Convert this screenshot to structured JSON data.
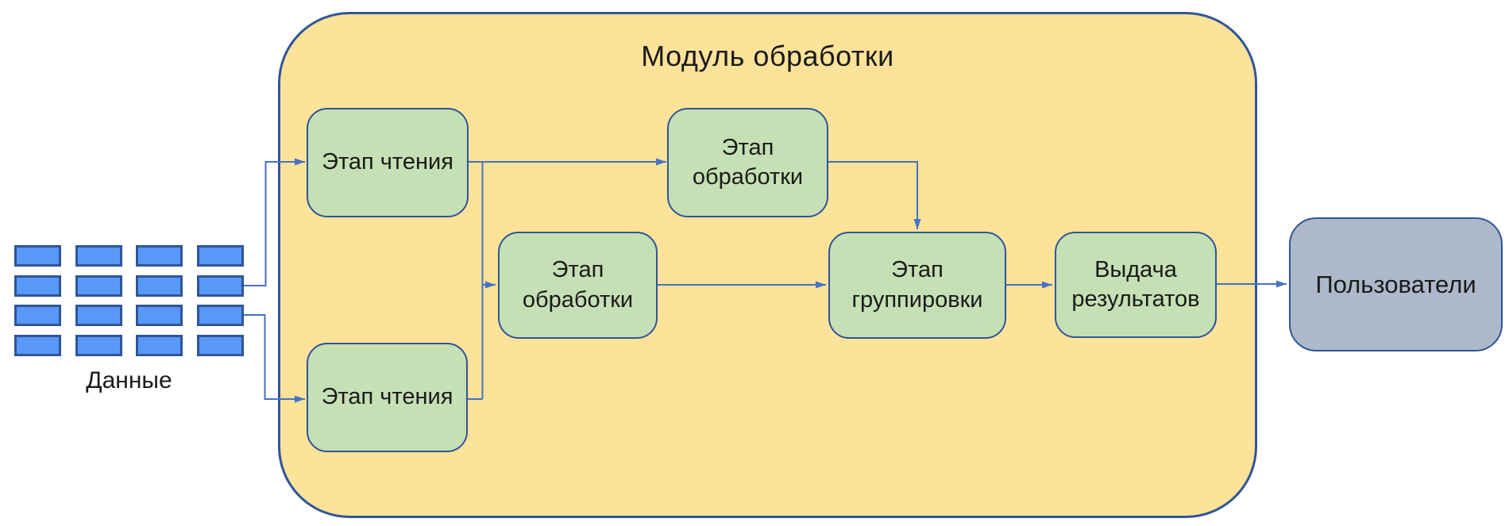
{
  "diagram": {
    "title": "Модуль обработки",
    "data_source": {
      "label": "Данные",
      "grid": {
        "rows": 4,
        "cols": 4
      }
    },
    "nodes": {
      "reading_top": "Этап чтения",
      "reading_bottom": "Этап чтения",
      "processing_top": "Этап\nобработки",
      "processing_mid": "Этап\nобработки",
      "grouping": "Этап\nгруппировки",
      "output": "Выдача\nрезультатов",
      "users": "Пользователи"
    },
    "colors": {
      "module_fill": "#FDE299",
      "node_fill": "#C5E0B4",
      "users_fill": "#ADB9CA",
      "data_fill": "#5898F8",
      "border": "#2F5597",
      "connector": "#4472C4",
      "text": "#1A1A1A"
    }
  }
}
